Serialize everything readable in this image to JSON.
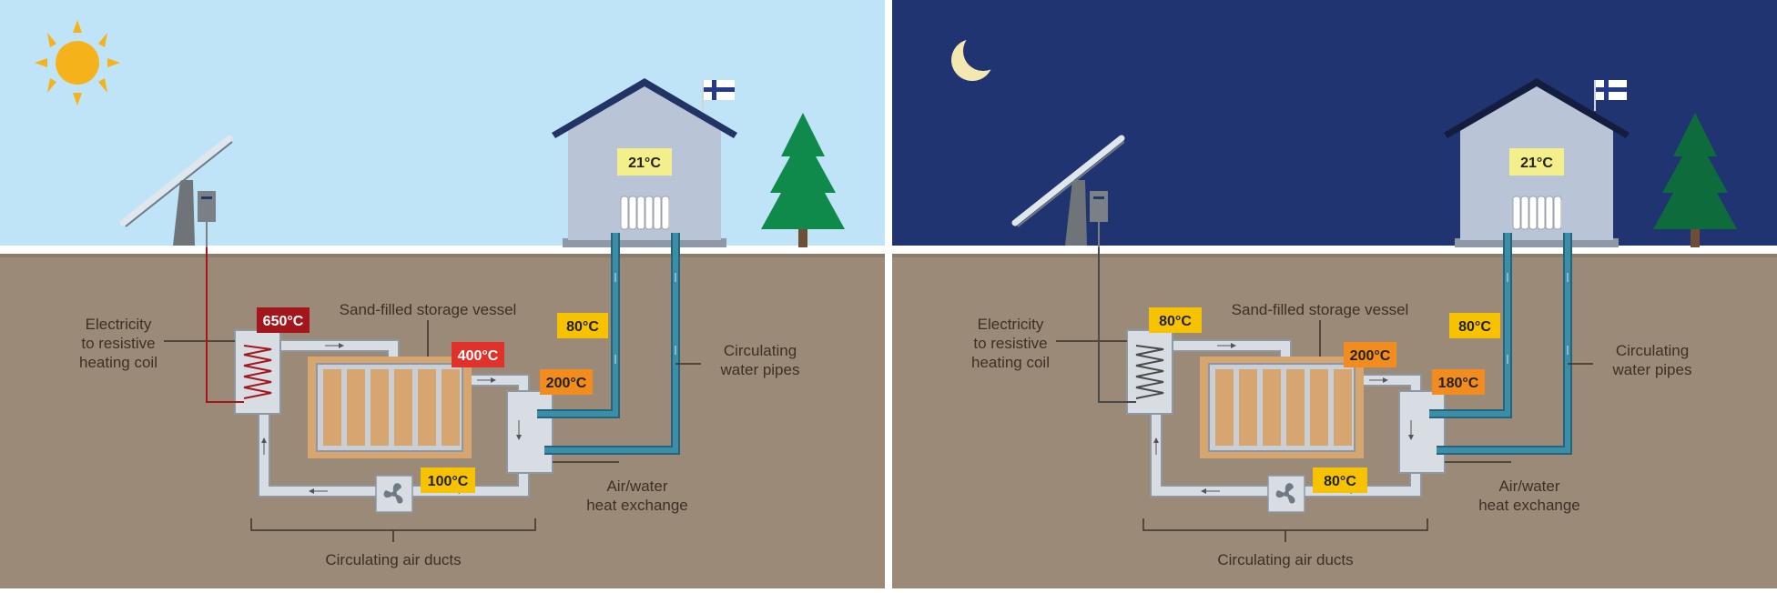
{
  "colors": {
    "sky_day": "#bfe4f8",
    "sky_night": "#1f3470",
    "ground": "#9b8a77",
    "snow": "#ffffff",
    "house_wall": "#b9c4d6",
    "house_roof": "#223366",
    "tree": "#0f8a4a",
    "pipe": "#3a8ea8",
    "duct": "#d8dde4",
    "sand": "#d6a570",
    "sun": "#f5b21a",
    "moon": "#f2e8b0",
    "temp_yellow": "#f7c300",
    "temp_orange": "#f28c1e",
    "temp_red": "#e0312a",
    "temp_darkred": "#a3171c",
    "temp_pale": "#f4ef8a"
  },
  "icons": [
    "sun-icon",
    "moon-icon",
    "finland-flag-icon",
    "fan-icon",
    "solar-panel-icon",
    "inverter-icon",
    "radiator-icon",
    "pine-tree-icon",
    "heating-coil-icon"
  ],
  "labels": {
    "electricity": [
      "Electricity",
      "to resistive",
      "heating coil"
    ],
    "storage": "Sand-filled storage vessel",
    "water_pipes": [
      "Circulating",
      "water pipes"
    ],
    "heat_exchange": [
      "Air/water",
      "heat exchange"
    ],
    "air_ducts": "Circulating air ducts"
  },
  "panels": [
    {
      "mode": "day",
      "room": "21°C",
      "coil": "650°C",
      "vessel": "400°C",
      "exchanger_air": "200°C",
      "water_supply": "80°C",
      "return_air": "100°C"
    },
    {
      "mode": "night",
      "room": "21°C",
      "coil": "80°C",
      "vessel": "200°C",
      "exchanger_air": "180°C",
      "water_supply": "80°C",
      "return_air": "80°C"
    }
  ]
}
